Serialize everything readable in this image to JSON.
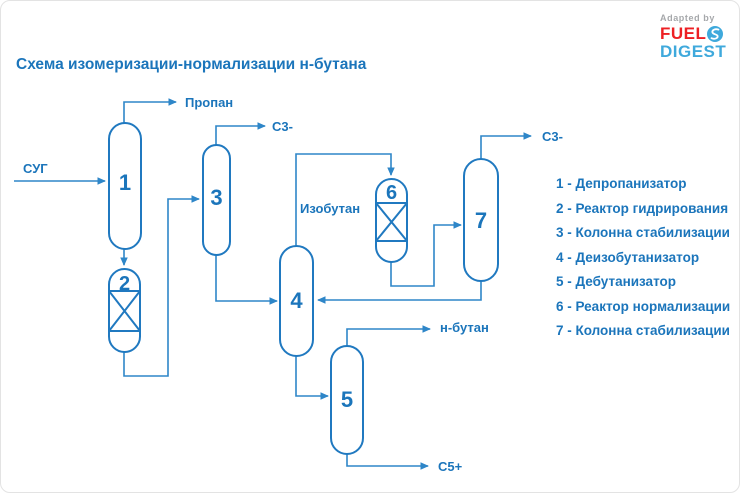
{
  "colors": {
    "accent_text_blue": "#1b75bb",
    "line_blue": "#2e86c8",
    "vessel_stroke_blue": "#2079c0",
    "logo_red": "#ed2024",
    "logo_light_blue": "#3fa9dc",
    "logo_gray": "#a6a8ab",
    "background": "#ffffff"
  },
  "logo": {
    "adapted_by": "Adapted by",
    "fuel": "FUEL",
    "digest": "DIGEST",
    "icon": "s-swirl-circle"
  },
  "title": "Схема изомеризации-нормализации н-бутана",
  "diagram": {
    "vessels": [
      {
        "number": "1",
        "type": "column"
      },
      {
        "number": "2",
        "type": "reactor"
      },
      {
        "number": "3",
        "type": "column"
      },
      {
        "number": "4",
        "type": "column"
      },
      {
        "number": "5",
        "type": "column"
      },
      {
        "number": "6",
        "type": "reactor"
      },
      {
        "number": "7",
        "type": "column"
      }
    ],
    "stream_labels": {
      "feed": "СУГ",
      "propane": "Пропан",
      "c3_minus_top": "С3-",
      "isobutane": "Изобутан",
      "c3_minus_right": "С3-",
      "n_butane": "н-бутан",
      "c5_plus": "С5+"
    },
    "connections": [
      {
        "from": "СУГ",
        "to": "1"
      },
      {
        "from": "1",
        "to": "Пропан"
      },
      {
        "from": "1",
        "to": "2"
      },
      {
        "from": "2",
        "to": "3"
      },
      {
        "from": "3",
        "to": "С3-"
      },
      {
        "from": "3",
        "to": "4"
      },
      {
        "from": "4",
        "to": "6",
        "label": "Изобутан"
      },
      {
        "from": "6",
        "to": "7"
      },
      {
        "from": "7",
        "to": "С3-"
      },
      {
        "from": "7",
        "to": "4"
      },
      {
        "from": "4",
        "to": "5"
      },
      {
        "from": "5",
        "to": "н-бутан"
      },
      {
        "from": "5",
        "to": "С5+"
      }
    ]
  },
  "legend": {
    "items": [
      "1 - Депропанизатор",
      "2 - Реактор гидрирования",
      "3 - Колонна стабилизации",
      "4 - Деизобутанизатор",
      "5 - Дебутанизатор",
      "6 - Реактор нормализации",
      "7 - Колонна стабилизации"
    ]
  }
}
